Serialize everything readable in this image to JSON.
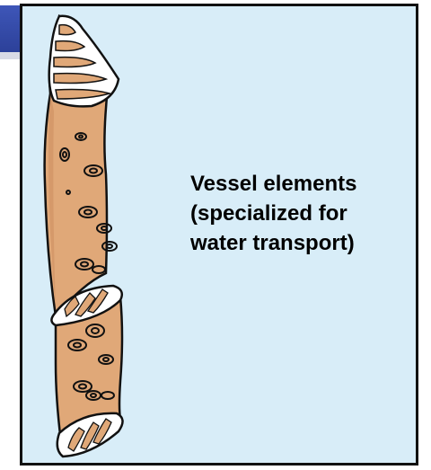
{
  "caption": {
    "line1": "Vessel elements",
    "line2": "(specialized for",
    "line3": "water transport)"
  },
  "colors": {
    "background": "#d8edf8",
    "cell_wall": "#e0a878",
    "outline": "#111111",
    "accent_tab": "#2f45a3"
  },
  "icons": [
    "vessel-element-illustration",
    "perforation-plate",
    "pit"
  ]
}
